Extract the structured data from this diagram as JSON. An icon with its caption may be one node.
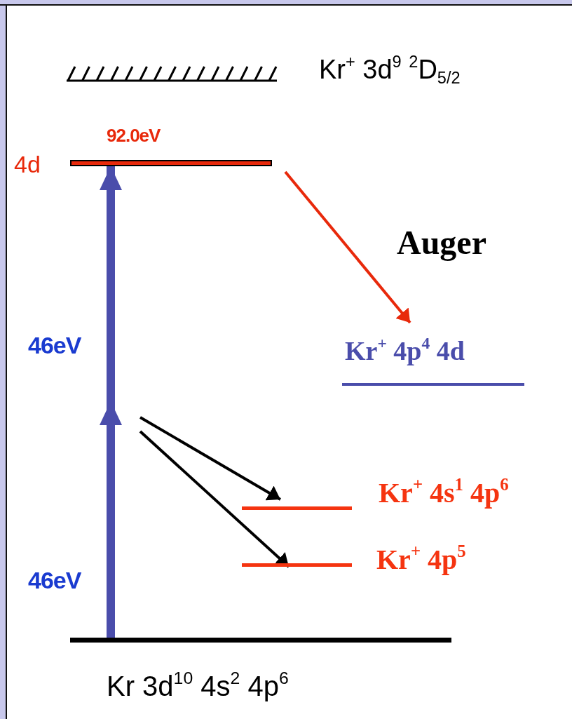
{
  "diagram": {
    "nodes": [
      {
        "text": [
          "Kr$^{+}$ 3d$^{9}$ $^{2}$D$_{5/2}$"
        ]
      },
      {
        "text": [
          "4d"
        ],
        "beside": [
          "92.0eV"
        ]
      },
      {
        "text": [
          "Kr$^{+}$ 4p$^{4}$ 4d"
        ]
      },
      {
        "text": [
          "Kr$^{+}$ 4s$^{1}$ 4p$^{6}$"
        ]
      },
      {
        "text": [
          "Kr$^{+}$ 4p$^{5}$"
        ]
      },
      {
        "text": [
          "Kr 3d$^{10}$ 4s$^{2}$ 4p$^{6}$"
        ]
      }
    ],
    "edges": [
      {
        "from": 5,
        "to": null,
        "arrow": "to",
        "label": "46eV",
        "style": "thick",
        "color": "#4a4dab"
      },
      {
        "from": null,
        "to": 1,
        "arrow": "to",
        "label": "46eV",
        "style": "thick",
        "color": "#4a4dab"
      },
      {
        "from": 1,
        "to": 2,
        "arrow": "to",
        "label": "Auger",
        "color": "#e8290b"
      },
      {
        "from": null,
        "to": 3,
        "arrow": "to",
        "color": "#000000"
      },
      {
        "from": null,
        "to": 4,
        "arrow": "to",
        "color": "#000000"
      }
    ]
  }
}
